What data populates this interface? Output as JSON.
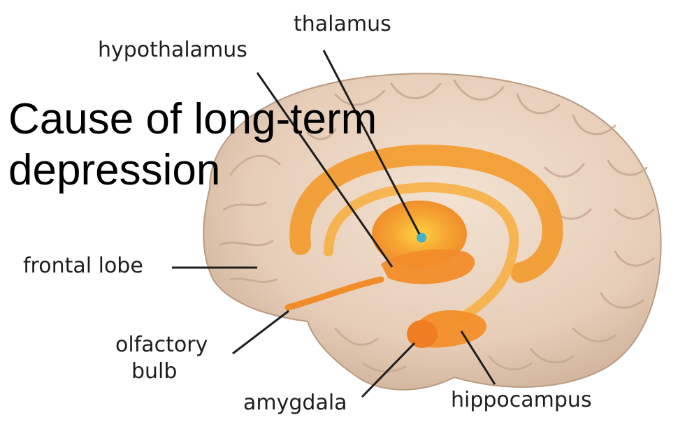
{
  "title": {
    "line1": "Cause of long-term",
    "line2": "depression"
  },
  "labels": {
    "thalamus": "thalamus",
    "hypothalamus": "hypothalamus",
    "frontal_lobe": "frontal lobe",
    "olfactory_bulb_line1": "olfactory",
    "olfactory_bulb_line2": "bulb",
    "amygdala": "amygdala",
    "hippocampus": "hippocampus"
  },
  "colors": {
    "brain": "#e9d4c0",
    "limbic": "#f49a2c",
    "leader_line": "#1e1e1e",
    "title_text": "#000000"
  }
}
